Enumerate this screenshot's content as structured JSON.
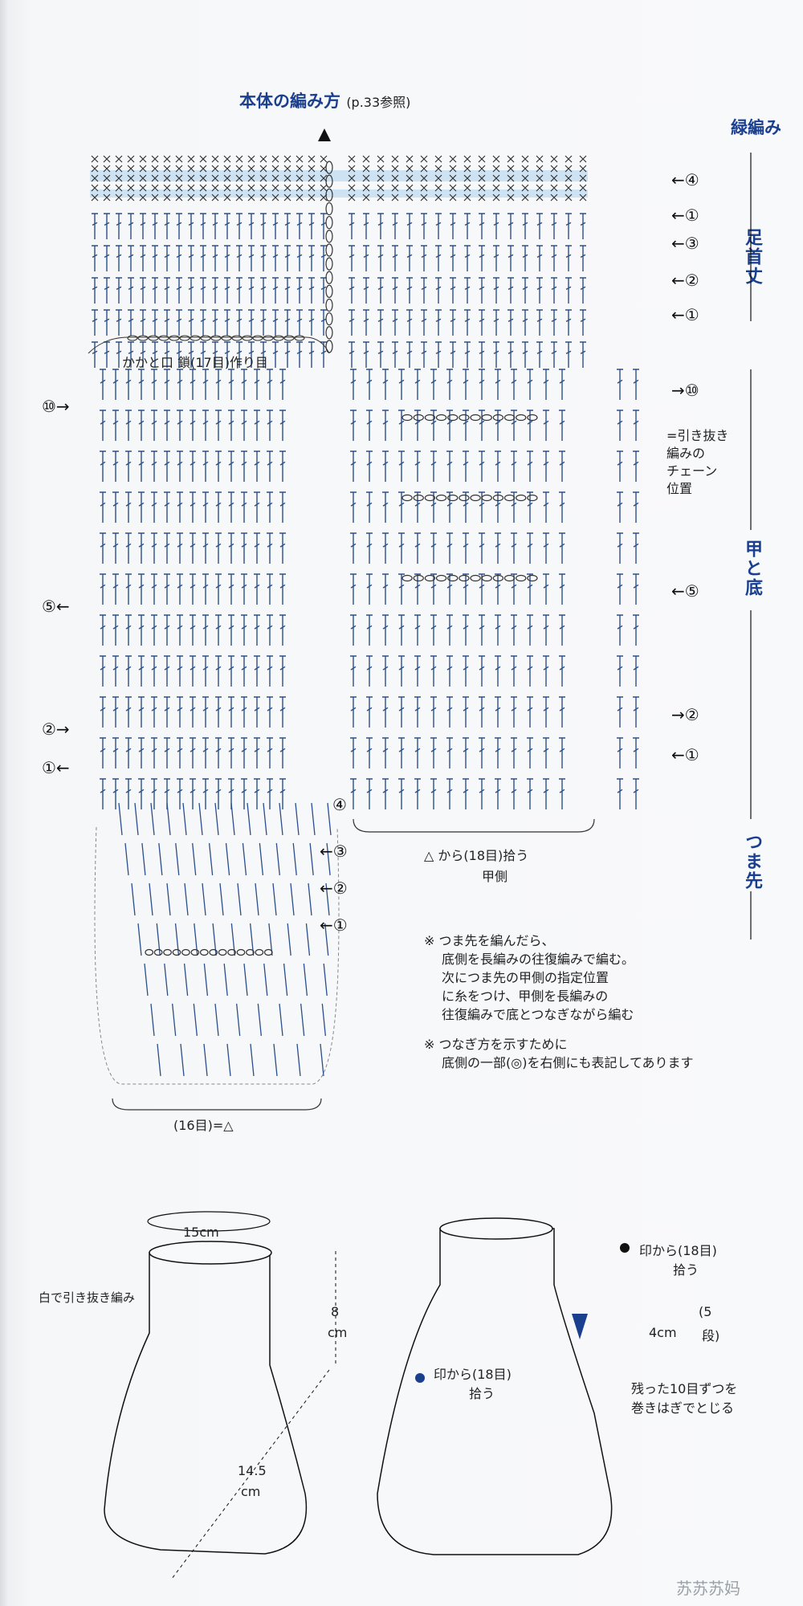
{
  "title": "本体の編み方",
  "title_ref": "(p.33参照)",
  "sections": {
    "edge": "緑編み",
    "ankle": "足首丈",
    "instep": "甲と底",
    "toe": "つま先"
  },
  "row_markers": {
    "right_top": [
      "←④",
      "←①",
      "←③",
      "←②",
      "←①"
    ],
    "right_mid": [
      "→⑩",
      "←⑤",
      "→②",
      "←①"
    ],
    "left": [
      "⑩→",
      "⑤←",
      "②→",
      "①←"
    ],
    "toe_right": [
      "←③",
      "←②",
      "←①"
    ],
    "toe_top": "④"
  },
  "labels": {
    "heel_opening": "かかと口 鎖(17目)作り目",
    "slip_stitch_legend": "=引き抜き編みのチェーン位置",
    "legend_line1": "=引き抜き",
    "legend_line2": "編みの",
    "legend_line3": "チェーン",
    "legend_line4": "位置",
    "pick_up_instep": "△ から(18目)拾う",
    "instep_side": "甲側",
    "toe_count": "(16目)=△"
  },
  "notes": [
    "※ つま先を編んだら、",
    "底側を長編みの往復編みで編む。",
    "次につま先の甲側の指定位置",
    "に糸をつけ、甲側を長編みの",
    "往復編みで底とつなぎながら編む",
    "※ つなぎ方を示すために",
    "底側の一部(◎)を右側にも表記してあります"
  ],
  "left_sock": {
    "width": "15cm",
    "height": "8",
    "height_unit": "cm",
    "length": "14.5",
    "length_unit": "cm",
    "slip_label": "白で引き抜き編み"
  },
  "right_sock": {
    "pick_top_1": "印から(18目)",
    "pick_top_2": "拾う",
    "pick_bottom_1": "印から(18目)",
    "pick_bottom_2": "拾う",
    "height": "4cm",
    "rows_1": "(5",
    "rows_2": "段)",
    "close_1": "残った10目ずつを",
    "close_2": "巻きはぎでとじる"
  },
  "watermark": "苏苏苏妈",
  "colors": {
    "accent": "#1b3f8f",
    "stitch": "#2b4f8a",
    "highlight": "#cde3f3"
  }
}
